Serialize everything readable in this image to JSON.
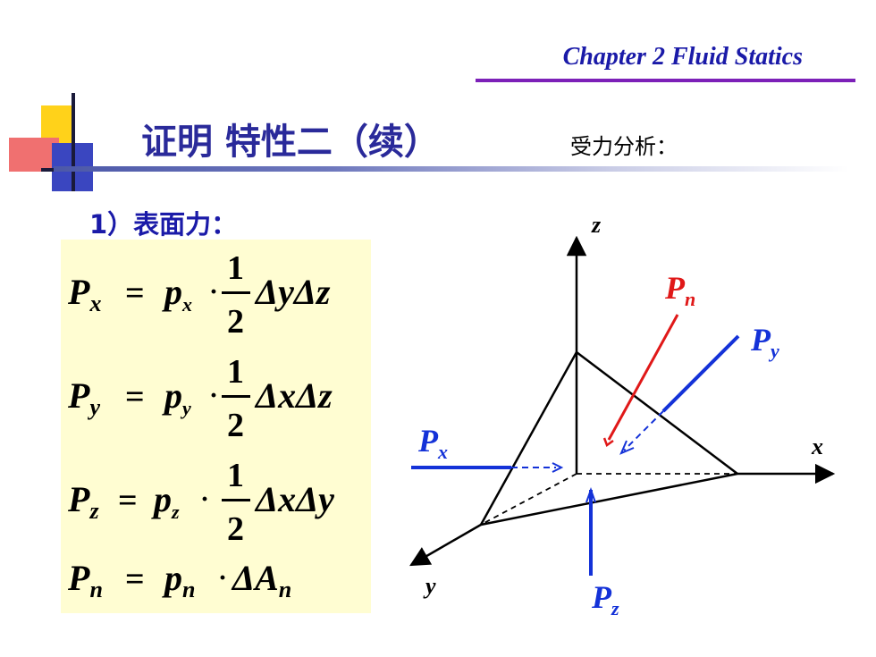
{
  "header": {
    "chapter": "Chapter 2  Fluid Statics",
    "title": "证明 特性二（续）",
    "subtitle": "受力分析："
  },
  "section_label": "1）表面力：",
  "formulas": {
    "px": {
      "lhs": "P",
      "lhs_sub": "x",
      "eq": "=",
      "p": "p",
      "p_sub": "x",
      "dot": "·",
      "num": "1",
      "den": "2",
      "tail": "ΔyΔz"
    },
    "py": {
      "lhs": "P",
      "lhs_sub": "y",
      "eq": "=",
      "p": "p",
      "p_sub": "y",
      "dot": "·",
      "num": "1",
      "den": "2",
      "tail": "ΔxΔz"
    },
    "pz": {
      "lhs": "P",
      "lhs_sub": "z",
      "eq": "=",
      "p": "p",
      "p_sub": "z",
      "dot": "·",
      "num": "1",
      "den": "2",
      "tail": "ΔxΔy"
    },
    "pn": {
      "lhs": "P",
      "lhs_sub": "n",
      "eq": "=",
      "p": "p",
      "p_sub": "n",
      "dot": "·",
      "tail": "ΔA",
      "tail_sub": "n"
    }
  },
  "diagram": {
    "axis_x": "x",
    "axis_y": "y",
    "axis_z": "z",
    "force_x": {
      "main": "P",
      "sub": "x"
    },
    "force_y": {
      "main": "P",
      "sub": "y"
    },
    "force_z": {
      "main": "P",
      "sub": "z"
    },
    "force_n": {
      "main": "P",
      "sub": "n"
    }
  },
  "colors": {
    "accent_blue": "#1a1aa8",
    "force_blue": "#1432d8",
    "force_red": "#e01818",
    "rule_purple": "#7c20b8",
    "formula_bg": "#fffdd2"
  }
}
